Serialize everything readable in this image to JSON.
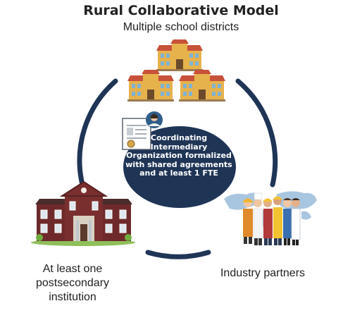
{
  "title": "Rural Collaborative Model",
  "nodes": {
    "top": "Multiple school districts",
    "center": "Coordinating Intermediary Organization formalized with shared agreements and at least 1 FTE",
    "bottom_left": "At least one postsecondary institution",
    "bottom_right": "Industry partners"
  },
  "colors": {
    "ring": "#1f3556",
    "center_fill": "#1f3556",
    "school_wall": "#e6b24c",
    "school_roof": "#c8513a",
    "college_brick": "#6e2a2a",
    "map": "#a9c6e0"
  }
}
